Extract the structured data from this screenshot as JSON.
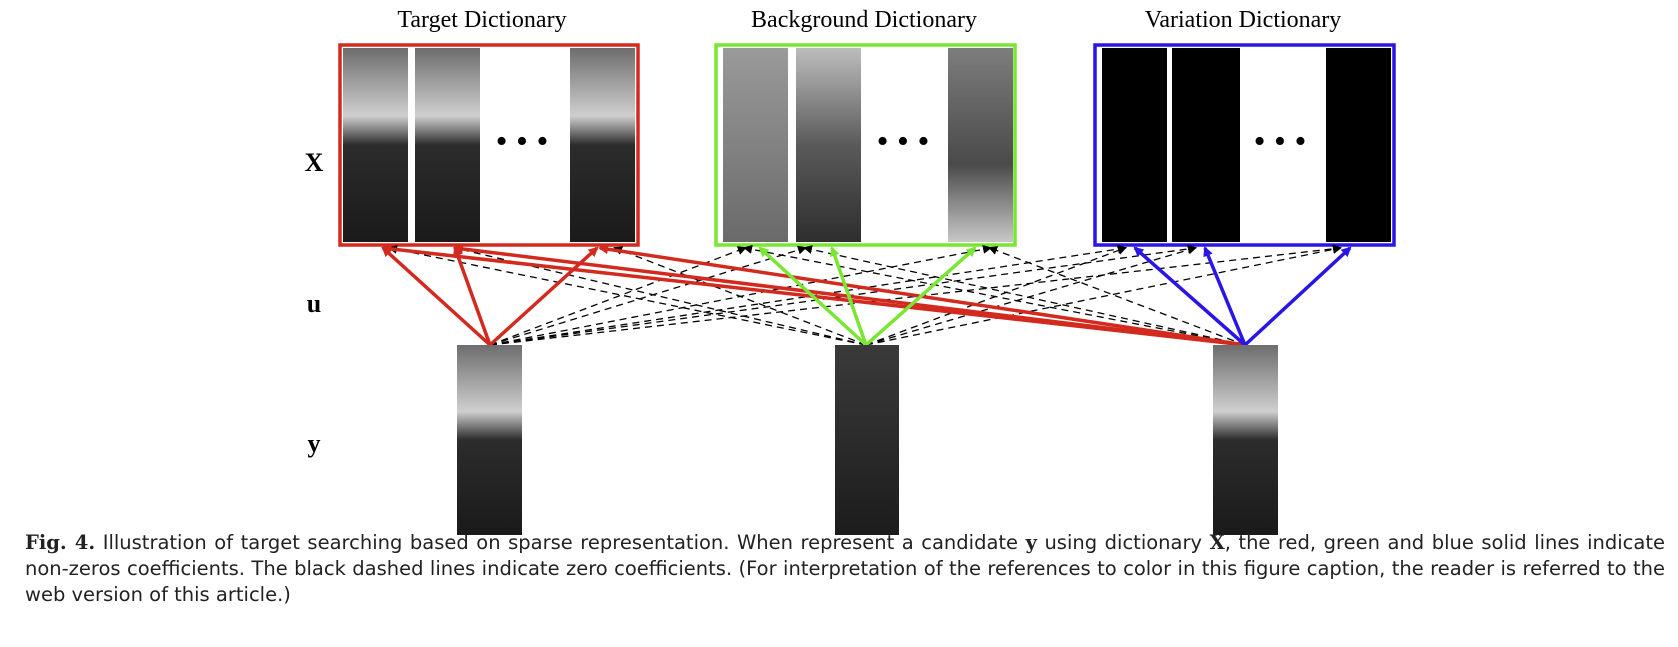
{
  "figure": {
    "dictionaries": {
      "target_title": "Target Dictionary",
      "background_title": "Background Dictionary",
      "variation_title": "Variation Dictionary",
      "ellipsis": "• • •"
    },
    "row_labels": {
      "x": "X",
      "u": "u",
      "y": "y"
    },
    "colors": {
      "target": "#d22a1e",
      "background": "#78e632",
      "variation": "#2a14e6",
      "zero_coefficient": "#000000"
    }
  },
  "caption": {
    "label": "Fig. 4.",
    "part1": "Illustration of target searching based on sparse representation. When represent a candidate",
    "y": "y",
    "part2": "using dictionary",
    "x": "X",
    "part3": ", the red, green and blue solid lines indicate non-zeros coefficients. The black dashed lines indicate zero coefficients. (For interpretation of the references to color in this figure caption, the reader is referred to the web version of this article.)"
  }
}
